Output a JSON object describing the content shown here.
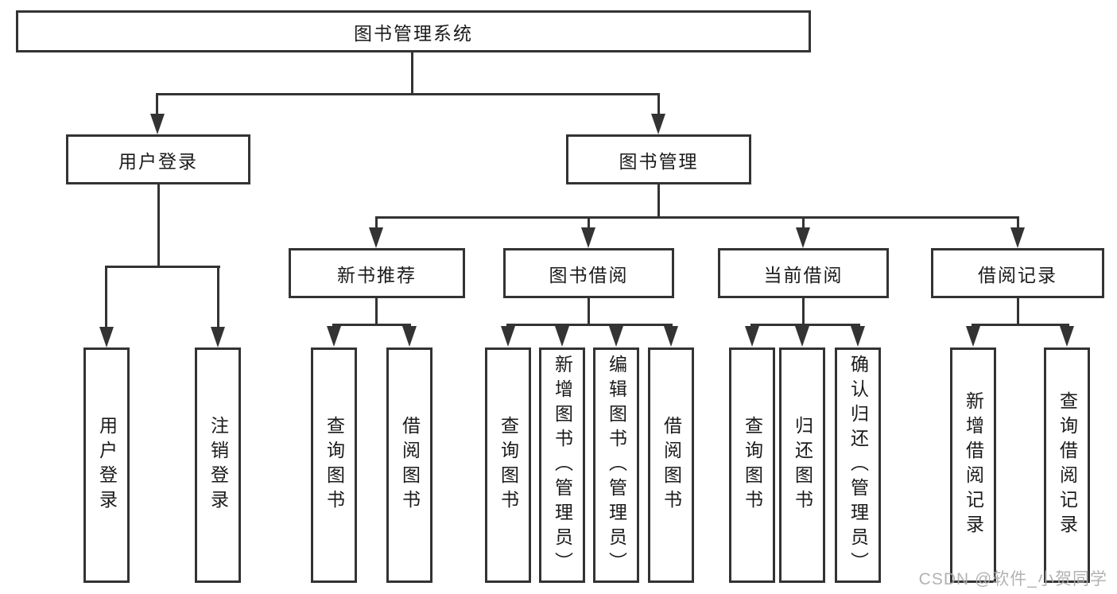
{
  "tree": {
    "root": "图书管理系统",
    "level2": [
      "用户登录",
      "图书管理"
    ],
    "level3": [
      "新书推荐",
      "图书借阅",
      "当前借阅",
      "借阅记录"
    ],
    "leaves": {
      "login": [
        "用户登录",
        "注销登录"
      ],
      "recommend": [
        "查询图书",
        "借阅图书"
      ],
      "borrow": [
        "查询图书",
        "新增图书（管理员）",
        "编辑图书（管理员）",
        "借阅图书"
      ],
      "current": [
        "查询图书",
        "归还图书",
        "确认归还（管理员）"
      ],
      "records": [
        "新增借阅记录",
        "查询借阅记录"
      ]
    }
  },
  "watermark": "CSDN @软件_小贺同学",
  "colors": {
    "line": "#333333",
    "text": "#1a1a1a",
    "background": "#ffffff",
    "watermark": "#ababab"
  }
}
